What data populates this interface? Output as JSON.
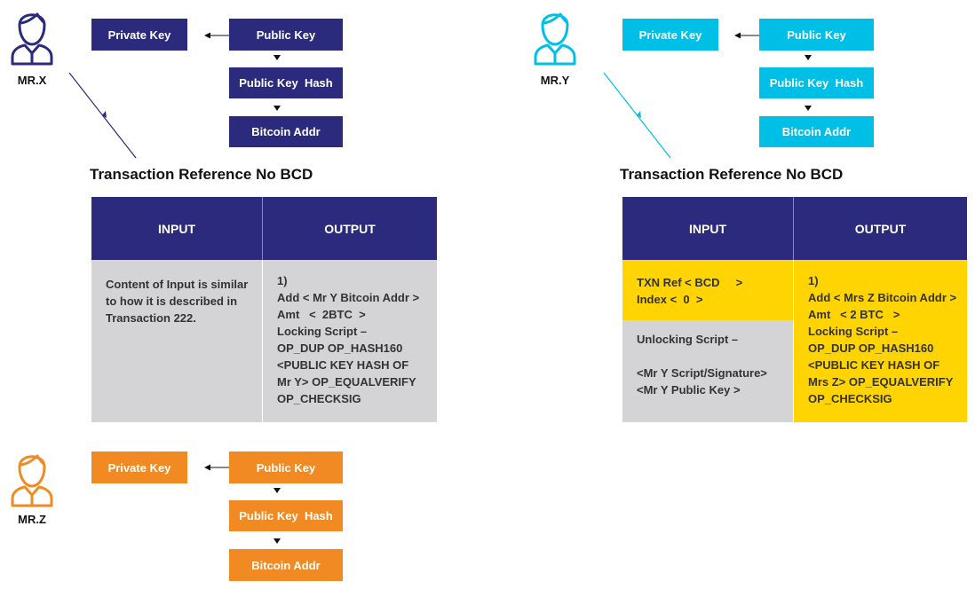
{
  "colors": {
    "navy": "#2b2a7d",
    "cyan": "#00bfe6",
    "orange": "#f28a24",
    "gray": "#d4d4d6",
    "yellow": "#ffd400"
  },
  "users": [
    {
      "label": "MR.X",
      "icon": "user-icon",
      "private_key": "Private Key",
      "public_key": "Public Key",
      "public_key_hash": "Public Key  Hash",
      "bitcoin_addr": "Bitcoin Addr"
    },
    {
      "label": "MR.Y",
      "icon": "user-icon",
      "private_key": "Private Key",
      "public_key": "Public Key",
      "public_key_hash": "Public Key  Hash",
      "bitcoin_addr": "Bitcoin Addr"
    },
    {
      "label": "MR.Z",
      "icon": "user-icon",
      "private_key": "Private Key",
      "public_key": "Public Key",
      "public_key_hash": "Public Key  Hash",
      "bitcoin_addr": "Bitcoin Addr"
    }
  ],
  "transactions": [
    {
      "title": "Transaction Reference No BCD",
      "input_header": "INPUT",
      "output_header": "OUTPUT",
      "input_text": "Content of Input is similar\nto how it is described in\nTransaction 222.",
      "output_text": "1)\nAdd < Mr Y Bitcoin Addr >\nAmt   <  2BTC  >\nLocking Script –\nOP_DUP OP_HASH160\n<PUBLIC KEY HASH OF\nMr Y> OP_EQUALVERIFY\nOP_CHECKSIG"
    },
    {
      "title": "Transaction Reference No BCD",
      "input_header": "INPUT",
      "output_header": "OUTPUT",
      "input_ref_text": "TXN Ref < BCD     >\nIndex <  0  >",
      "input_unlock_text": "Unlocking Script –\n\n<Mr Y Script/Signature>\n<Mr Y Public Key >",
      "output_text": "1)\nAdd < Mrs Z Bitcoin Addr >\nAmt   < 2 BTC   >\nLocking Script –\nOP_DUP OP_HASH160\n<PUBLIC KEY HASH OF\nMrs Z> OP_EQUALVERIFY\nOP_CHECKSIG"
    }
  ]
}
